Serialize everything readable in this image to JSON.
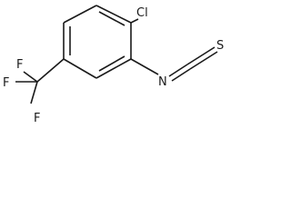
{
  "molecule": {
    "atoms": {
      "chlorine": "Cl",
      "nitrogen": "N",
      "sulfur": "S",
      "fluorine_1": "F",
      "fluorine_2": "F",
      "fluorine_3": "F"
    }
  }
}
